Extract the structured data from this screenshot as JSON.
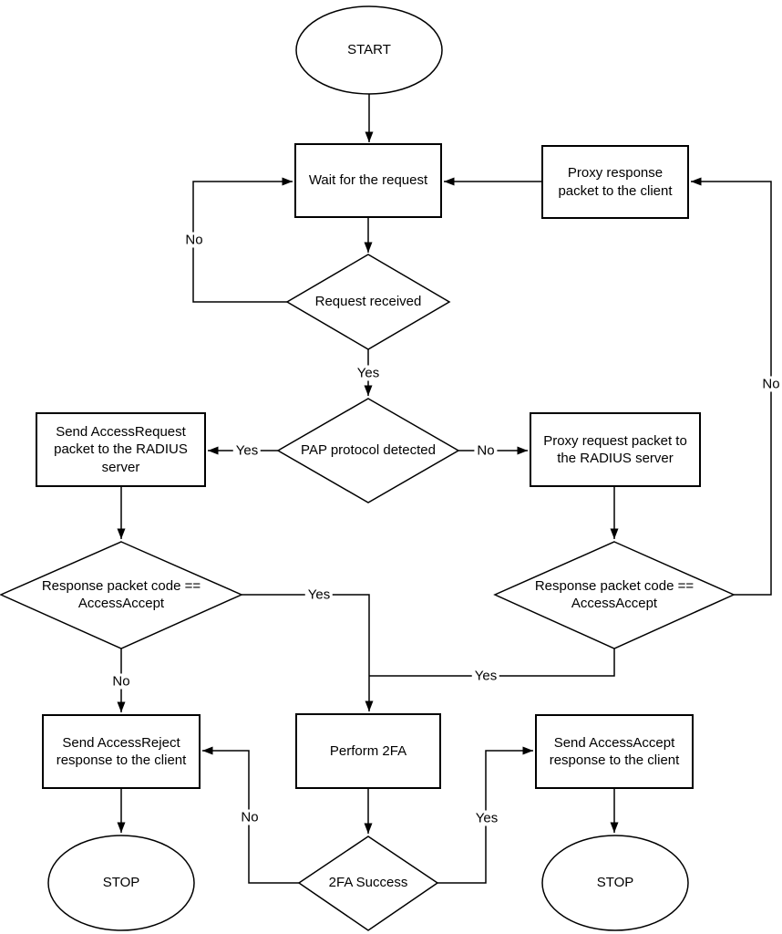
{
  "nodes": {
    "start": {
      "label": "START"
    },
    "wait_request": {
      "label": "Wait for the request"
    },
    "proxy_response": {
      "label": "Proxy response packet to the client"
    },
    "request_received": {
      "label": "Request received"
    },
    "pap_detected": {
      "label": "PAP protocol detected"
    },
    "send_access_request": {
      "label": "Send AccessRequest packet to the RADIUS server"
    },
    "proxy_request": {
      "label": "Proxy request packet to the RADIUS server"
    },
    "response_code_left": {
      "label": "Response packet code == AccessAccept"
    },
    "response_code_right": {
      "label": "Response packet code == AccessAccept"
    },
    "send_access_reject": {
      "label": "Send AccessReject response to the client"
    },
    "perform_2fa": {
      "label": "Perform 2FA"
    },
    "send_access_accept": {
      "label": "Send AccessAccept response to the client"
    },
    "tfa_success": {
      "label": "2FA Success"
    },
    "stop_left": {
      "label": "STOP"
    },
    "stop_right": {
      "label": "STOP"
    }
  },
  "edge_labels": {
    "request_received_no": "No",
    "request_received_yes": "Yes",
    "pap_yes": "Yes",
    "pap_no": "No",
    "response_left_yes": "Yes",
    "response_left_no": "No",
    "response_right_yes": "Yes",
    "response_right_no": "No",
    "tfa_no": "No",
    "tfa_yes": "Yes"
  },
  "colors": {
    "stroke": "#000000",
    "background": "#ffffff",
    "text": "#000000"
  }
}
